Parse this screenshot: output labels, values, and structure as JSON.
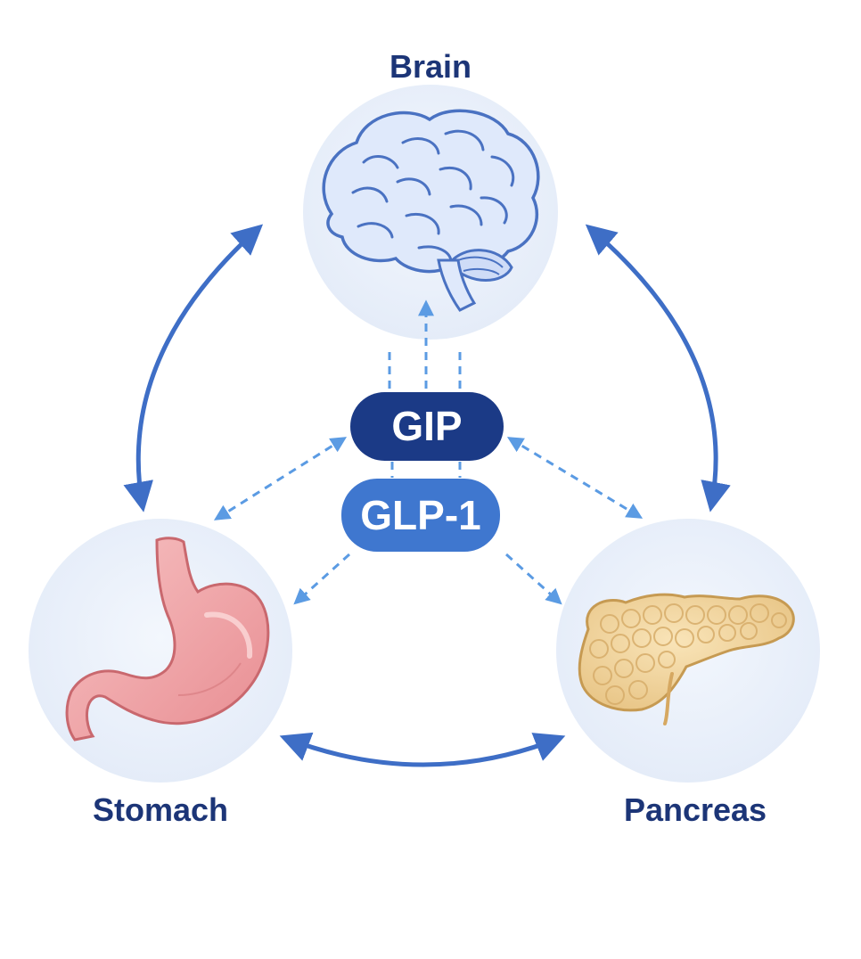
{
  "organs": {
    "brain": {
      "label": "Brain"
    },
    "stomach": {
      "label": "Stomach"
    },
    "pancreas": {
      "label": "Pancreas"
    }
  },
  "hormones": {
    "gip": {
      "label": "GIP"
    },
    "glp1": {
      "label": "GLP-1"
    }
  },
  "colors": {
    "label_text": "#1c3577",
    "gip_fill": "#1b3a86",
    "glp1_fill": "#3f77cf",
    "solid_arrow": "#3e6ec6",
    "dashed_arrow": "#5b9be3",
    "circle_fill": "#e8effa",
    "brain_fill": "#dfe9fb",
    "brain_stroke": "#4a72c2",
    "stomach_fill": "#f0a3a6",
    "stomach_stroke": "#c9686e",
    "pancreas_fill": "#efd19a",
    "pancreas_stroke": "#c69a52"
  },
  "icons": [
    "brain-icon",
    "stomach-icon",
    "pancreas-icon"
  ]
}
